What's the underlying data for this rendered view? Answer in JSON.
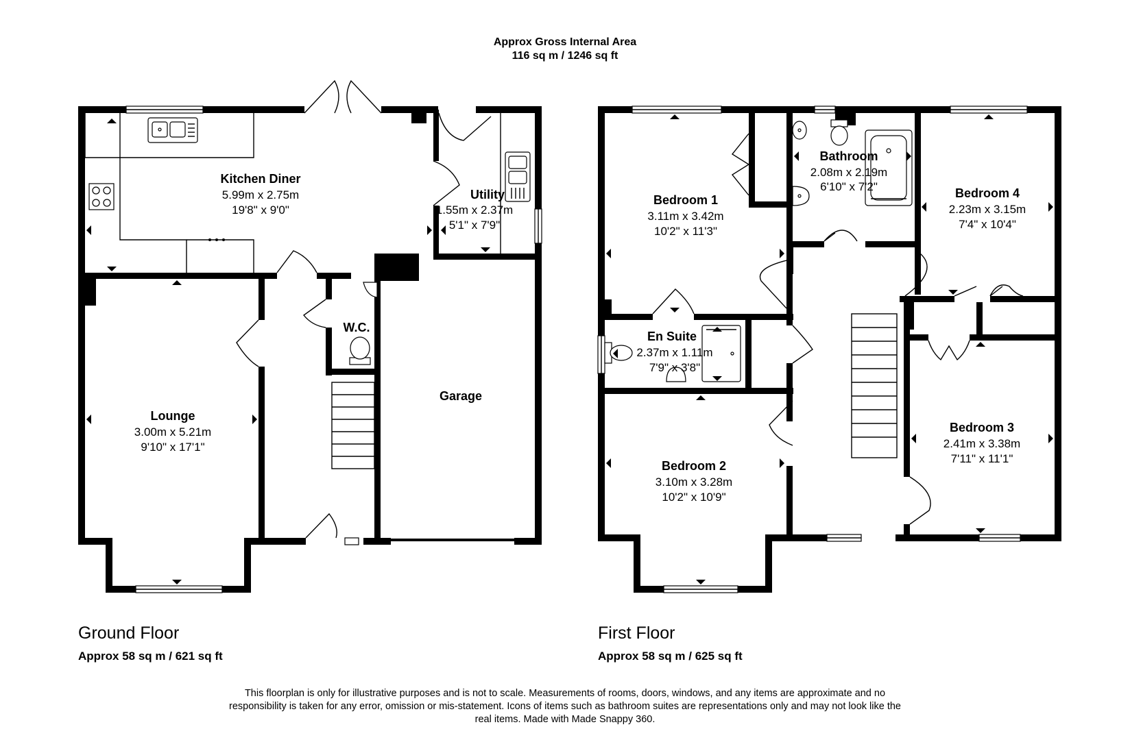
{
  "header": {
    "line1": "Approx Gross Internal Area",
    "line2": "116 sq m / 1246 sq ft"
  },
  "floors": [
    {
      "title": "Ground Floor",
      "area": "Approx 58 sq m / 621 sq ft"
    },
    {
      "title": "First Floor",
      "area": "Approx 58 sq m / 625 sq ft"
    }
  ],
  "rooms": {
    "kitchen": {
      "name": "Kitchen Diner",
      "metric": "5.99m x 2.75m",
      "imperial": "19'8\" x 9'0\""
    },
    "utility": {
      "name": "Utility",
      "metric": "1.55m x 2.37m",
      "imperial": "5'1\" x 7'9\""
    },
    "wc": {
      "name": "W.C."
    },
    "lounge": {
      "name": "Lounge",
      "metric": "3.00m x 5.21m",
      "imperial": "9'10\" x 17'1\""
    },
    "garage": {
      "name": "Garage"
    },
    "bedroom1": {
      "name": "Bedroom 1",
      "metric": "3.11m x 3.42m",
      "imperial": "10'2\" x 11'3\""
    },
    "bathroom": {
      "name": "Bathroom",
      "metric": "2.08m x 2.19m",
      "imperial": "6'10\" x 7'2\""
    },
    "bedroom4": {
      "name": "Bedroom 4",
      "metric": "2.23m x 3.15m",
      "imperial": "7'4\" x 10'4\""
    },
    "ensuite": {
      "name": "En Suite",
      "metric": "2.37m x 1.11m",
      "imperial": "7'9\" x 3'8\""
    },
    "bedroom2": {
      "name": "Bedroom 2",
      "metric": "3.10m x 3.28m",
      "imperial": "10'2\" x 10'9\""
    },
    "bedroom3": {
      "name": "Bedroom 3",
      "metric": "2.41m x 3.38m",
      "imperial": "7'11\" x 11'1\""
    }
  },
  "disclaimer": "This floorplan is only for illustrative purposes and is not to scale. Measurements of rooms, doors, windows, and any items are approximate and no responsibility is taken for any error, omission or mis-statement. Icons of items such as bathroom suites are representations only and may not look like the real items. Made with Made Snappy 360."
}
